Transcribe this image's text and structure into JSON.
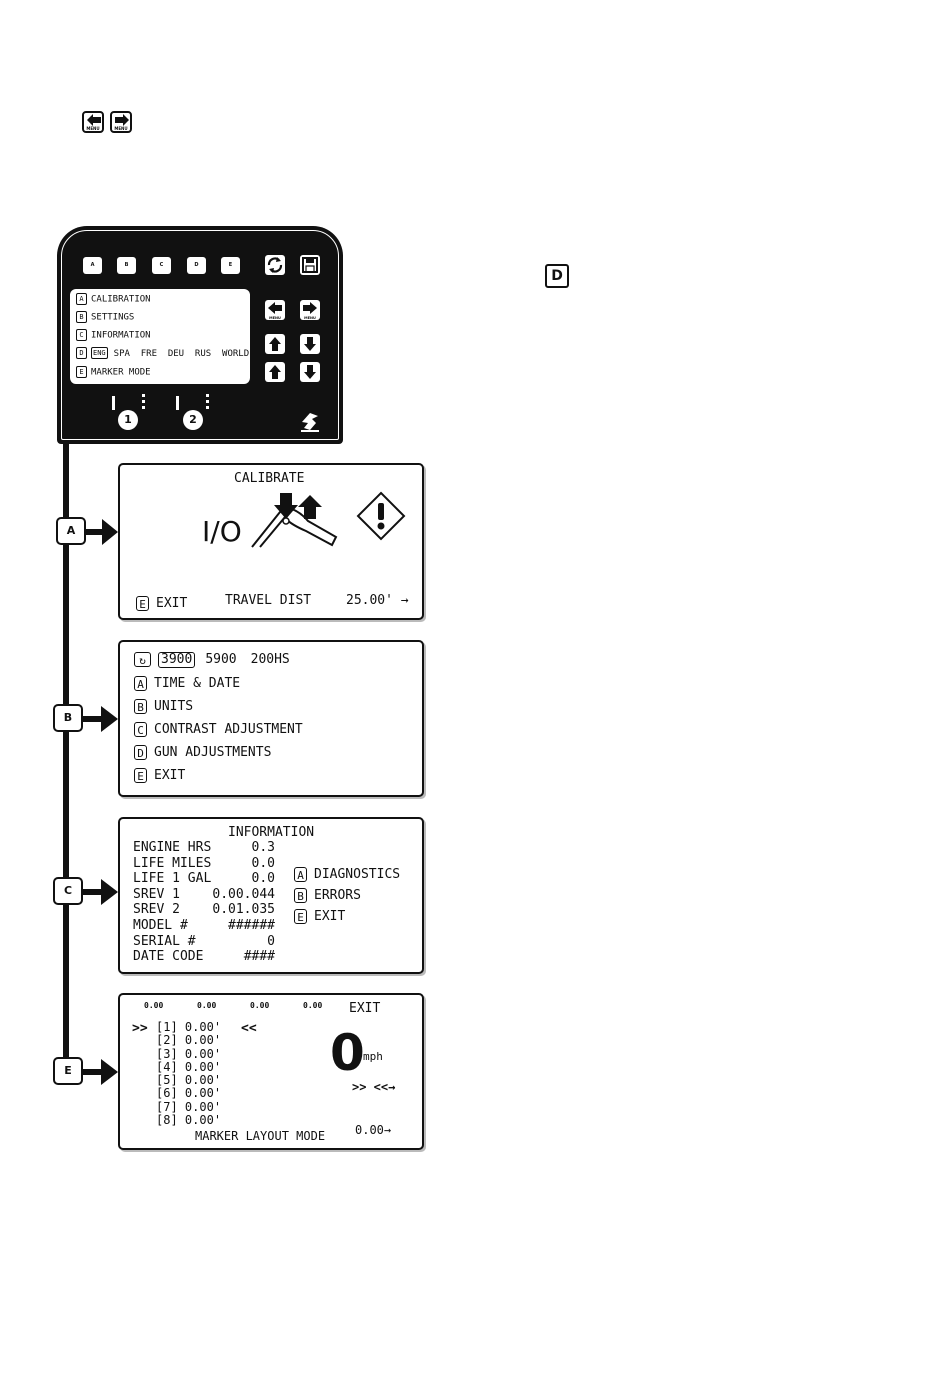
{
  "top_keys": {
    "left_label": "MENU",
    "right_label": "MENU"
  },
  "d_key": "D",
  "controller": {
    "softkeys": [
      "A",
      "B",
      "C",
      "D",
      "E"
    ],
    "menu_key_label": "MENU",
    "menu": [
      {
        "key": "A",
        "label": "CALIBRATION"
      },
      {
        "key": "B",
        "label": "SETTINGS"
      },
      {
        "key": "C",
        "label": "INFORMATION"
      },
      {
        "key": "D",
        "label_selected": "ENG",
        "languages": "SPA  FRE  DEU  RUS  WORLD"
      },
      {
        "key": "E",
        "label": "MARKER MODE"
      }
    ],
    "gun_indicators": [
      "1",
      "2"
    ]
  },
  "flow_tags": [
    "A",
    "B",
    "C",
    "E"
  ],
  "screen_calibrate": {
    "title": "CALIBRATE",
    "io": "I/O",
    "exit_key": "E",
    "exit": "EXIT",
    "travel": "TRAVEL DIST",
    "distance": "25.00' →"
  },
  "screen_settings": {
    "model_selected": "3900",
    "model_2": "5900",
    "model_3": "200HS",
    "items": [
      {
        "key": "A",
        "label": "TIME & DATE"
      },
      {
        "key": "B",
        "label": "UNITS"
      },
      {
        "key": "C",
        "label": "CONTRAST ADJUSTMENT"
      },
      {
        "key": "D",
        "label": "GUN ADJUSTMENTS"
      },
      {
        "key": "E",
        "label": "EXIT"
      }
    ]
  },
  "screen_information": {
    "title": "INFORMATION",
    "rows": [
      {
        "label": "ENGINE HRS",
        "value": "0.3"
      },
      {
        "label": "LIFE MILES",
        "value": "0.0"
      },
      {
        "label": "LIFE 1 GAL",
        "value": "0.0"
      },
      {
        "label": "SREV 1",
        "value": "0.00.044"
      },
      {
        "label": "SREV 2",
        "value": "0.01.035"
      },
      {
        "label": "MODEL #",
        "value": "######"
      },
      {
        "label": "SERIAL #",
        "value": "0"
      },
      {
        "label": "DATE CODE",
        "value": "####"
      }
    ],
    "options": [
      {
        "key": "A",
        "label": "DIAGNOSTICS"
      },
      {
        "key": "B",
        "label": "ERRORS"
      },
      {
        "key": "E",
        "label": "EXIT"
      }
    ]
  },
  "screen_marker": {
    "top_values": [
      "0.00",
      "0.00",
      "0.00",
      "0.00"
    ],
    "exit": "EXIT",
    "rows": [
      {
        "id": "[1]",
        "value": "0.00'"
      },
      {
        "id": "[2]",
        "value": "0.00'"
      },
      {
        "id": "[3]",
        "value": "0.00'"
      },
      {
        "id": "[4]",
        "value": "0.00'"
      },
      {
        "id": "[5]",
        "value": "0.00'"
      },
      {
        "id": "[6]",
        "value": "0.00'"
      },
      {
        "id": "[7]",
        "value": "0.00'"
      },
      {
        "id": "[8]",
        "value": "0.00'"
      }
    ],
    "sel_right": ">>",
    "sel_left": "<<",
    "speed": "0",
    "unit": "mph",
    "dir": ">> <<→",
    "mode": "MARKER LAYOUT MODE",
    "distance": "0.00→"
  }
}
